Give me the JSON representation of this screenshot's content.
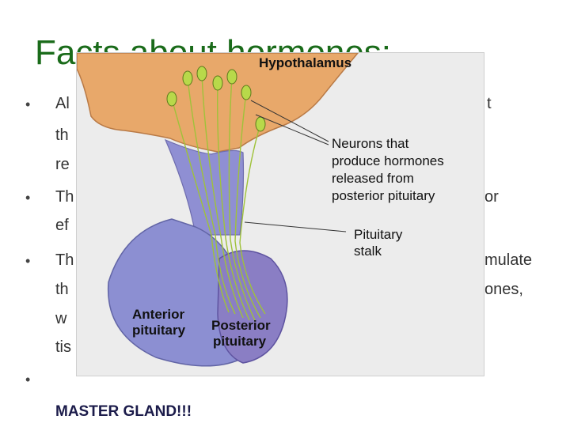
{
  "slide": {
    "title": "Facts about hormones:",
    "bullets": [
      {
        "lines": [
          "Al",
          "th",
          "re"
        ]
      },
      {
        "lines": [
          "Th",
          "ef"
        ],
        "right_fragments": [
          "or"
        ]
      },
      {
        "lines": [
          "Th",
          "th",
          "w",
          "tis"
        ],
        "right_fragments": [
          "mulate",
          "ones,"
        ]
      },
      {
        "lines": [
          "MASTER GLAND!!!"
        ],
        "bold": true
      }
    ]
  },
  "figure": {
    "labels": {
      "hypothalamus": "Hypothalamus",
      "neurons_1": "Neurons that",
      "neurons_2": "produce hormones",
      "neurons_3": "released from",
      "neurons_4": "posterior pituitary",
      "stalk_1": "Pituitary",
      "stalk_2": "stalk",
      "anterior_1": "Anterior",
      "anterior_2": "pituitary",
      "posterior_1": "Posterior",
      "posterior_2": "pituitary"
    },
    "colors": {
      "hypothalamus": "#e8a86a",
      "anterior": "#8c8fd2",
      "posterior": "#8a7ec4",
      "neuron": "#9fc23a"
    }
  }
}
